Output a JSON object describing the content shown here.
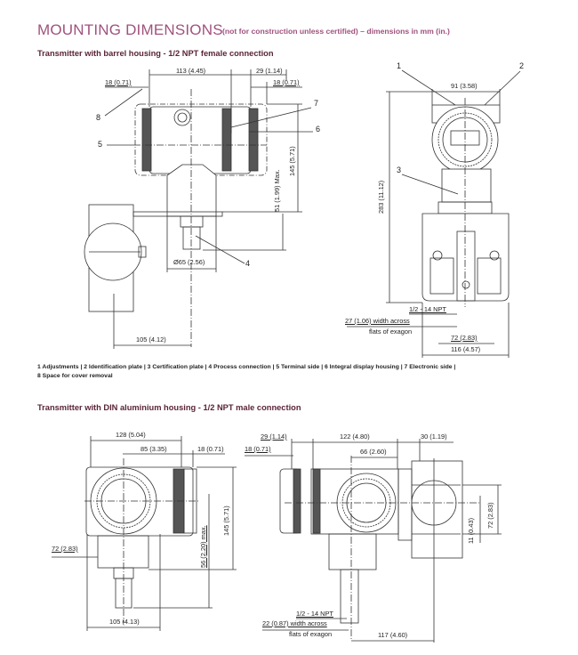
{
  "header": {
    "title": "MOUNTING DIMENSIONS",
    "subtitle": "(not for construction unless certified) – dimensions in mm (in.)"
  },
  "section1": {
    "heading": "Transmitter with barrel housing - 1/2 NPT female connection",
    "side_view": {
      "dims": [
        "113 (4.45)",
        "29 (1.14)",
        "18 (0.71)",
        "18 (0.71)",
        "145 (5.71)",
        "51 (1.99) Max.",
        "Ø65 (2.56)",
        "105 (4.12)"
      ],
      "callouts": [
        "8",
        "7",
        "6",
        "5",
        "4"
      ]
    },
    "front_view": {
      "dims": [
        "91 (3.58)",
        "283 (11.12)",
        "1/2 - 14 NPT",
        "27 (1.06) width across",
        "flats of exagon",
        "72 (2.83)",
        "116 (4.57)"
      ],
      "callouts": [
        "1",
        "2",
        "3"
      ]
    },
    "legend_line1": "1 Adjustments | 2 Identification plate | 3 Certification plate | 4 Process connection | 5 Terminal side | 6 Integral display housing | 7 Electronic side |",
    "legend_line2": "8 Space for cover removal"
  },
  "section2": {
    "heading": "Transmitter with DIN aluminium housing - 1/2 NPT male connection",
    "front_view": {
      "dims": [
        "128 (5.04)",
        "85 (3.35)",
        "18 (0.71)",
        "72 (2.83)",
        "56 (2.20) max.",
        "145 (5.71)",
        "105 (4.13)"
      ]
    },
    "side_view": {
      "dims": [
        "29 (1.14)",
        "18 (0.71)",
        "122 (4.80)",
        "30 (1.19)",
        "66 (2.60)",
        "72 (2.83)",
        "11 (0.43)",
        "1/2 - 14 NPT",
        "22 (0.87) width across",
        "flats of exagon",
        "117 (4.60)"
      ]
    }
  },
  "colors": {
    "title": "#a0527e",
    "heading": "#5a2438",
    "line": "#333333"
  }
}
